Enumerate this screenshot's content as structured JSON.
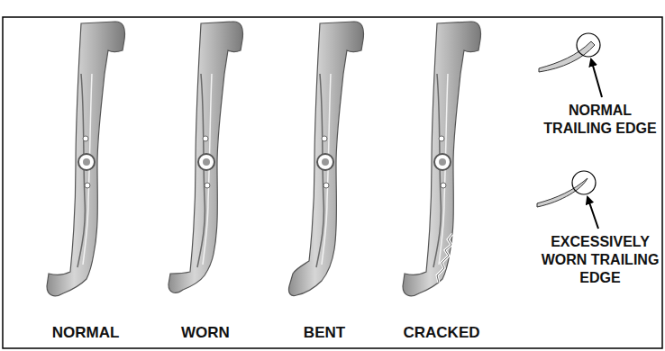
{
  "diagram": {
    "labels": [
      "NORMAL",
      "WORN",
      "BENT",
      "CRACKED",
      "NORMAL TRAILING EDGE",
      "EXCESSIVELY WORN TRAILING EDGE"
    ]
  }
}
